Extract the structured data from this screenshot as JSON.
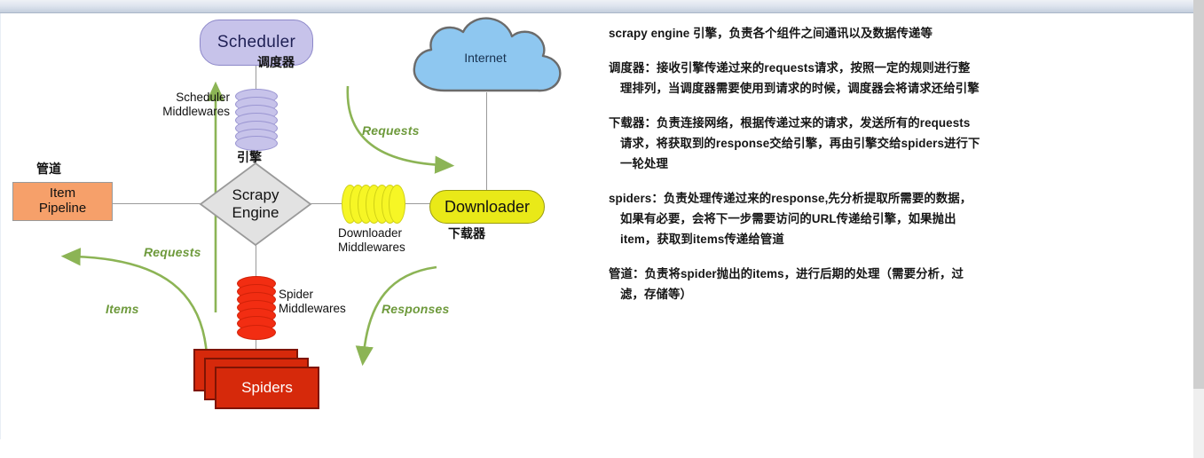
{
  "diagram": {
    "nodes": {
      "scheduler": {
        "label": "Scheduler",
        "cn": "调度器"
      },
      "internet": {
        "label": "Internet"
      },
      "downloader": {
        "label": "Downloader",
        "cn": "下载器"
      },
      "engine": {
        "line1": "Scrapy",
        "line2": "Engine",
        "cn": "引擎"
      },
      "pipeline": {
        "line1": "Item",
        "line2": "Pipeline",
        "cn": "管道"
      },
      "spiders": {
        "label": "Spiders"
      }
    },
    "middlewares": {
      "scheduler": "Scheduler\nMiddlewares",
      "downloader": "Downloader\nMiddlewares",
      "spider": "Spider\nMiddlewares"
    },
    "flows": {
      "requests_right": "Requests",
      "requests_left": "Requests",
      "items": "Items",
      "responses": "Responses"
    },
    "colors": {
      "scheduler_fill": "#c7c3ea",
      "scheduler_stroke": "#8d88c9",
      "internet_fill": "#8ec7f0",
      "internet_stroke": "#6b6b6b",
      "downloader_fill": "#e9e918",
      "downloader_stroke": "#9a9c12",
      "pipeline_fill": "#f6a06a",
      "engine_fill": "#e2e2e2",
      "engine_stroke": "#9a9a9a",
      "spiders_fill": "#d6290b",
      "spiders_stroke": "#7e1404",
      "flow_green": "#8cb455",
      "flow_text": "#6e9a3c",
      "connector": "#9a9a9a"
    }
  },
  "notes": {
    "p1": "scrapy engine 引擎，负责各个组件之间通讯以及数据传递等",
    "p2": "调度器：接收引擎传递过来的requests请求，按照一定的规则进行整理排列，当调度器需要使用到请求的时候，调度器会将请求还给引擎",
    "p3": "下载器：负责连接网络，根据传递过来的请求，发送所有的requests请求，将获取到的response交给引擎，再由引擎交给spiders进行下一轮处理",
    "p4": "spiders：负责处理传递过来的response,先分析提取所需要的数据，如果有必要，会将下一步需要访问的URL传递给引擎，如果抛出item，获取到items传递给管道",
    "p5": "管道：负责将spider抛出的items，进行后期的处理（需要分析，过滤，存储等）"
  }
}
